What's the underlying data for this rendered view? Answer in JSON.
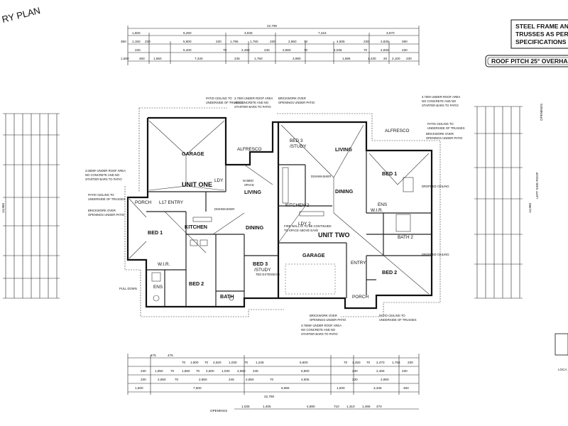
{
  "title_fragment": "RY PLAN",
  "spec_box": {
    "lines": [
      "STEEL FRAME AND",
      "TRUSSES AS PER",
      "SPECIFICATIONS"
    ]
  },
  "roof_pitch": "ROOF PITCH 25° OVERHAN",
  "units": {
    "one": "UNIT ONE",
    "two": "UNIT TWO"
  },
  "rooms": {
    "u1_garage": "GARAGE",
    "u1_alfresco": "ALFRESCO",
    "u1_porch": "PORCH",
    "u1_entry": "L17 ENTRY",
    "u1_living": "LIVING",
    "u1_kitchen": "KITCHEN",
    "u1_dining": "DINING",
    "u1_bed1": "BED 1",
    "u1_bed2": "BED 2",
    "u1_bed3": "BED 3",
    "u1_bed3_sub": "/STUDY",
    "u1_wir": "W.I.R.",
    "u1_ens": "ENS",
    "u1_bath": "BATH",
    "u1_ldy": "LDY",
    "u2_bed3": "BED 3",
    "u2_bed3_sub": "/STUDY",
    "u2_living": "LIVING",
    "u2_alfresco": "ALFRESCO",
    "u2_bed1": "BED 1",
    "u2_dining": "DINING",
    "u2_kitchen": "KITCHEN 2",
    "u2_ldy": "LDY 2",
    "u2_wir": "W.I.R.",
    "u2_bath": "BATH 2",
    "u2_garage": "GARAGE",
    "u2_entry": "ENTRY",
    "u2_bed2": "BED 2",
    "u2_porch": "PORCH",
    "u2_ens": "ENS"
  },
  "notes": {
    "under_roof_1": [
      "3.7000 UNDER ROOF AREA",
      "NO CONCRETE AND NO",
      "STARTER BARS TO PATIO"
    ],
    "under_roof_2": [
      "3.7000 UNDER ROOF AREA",
      "NO CONCRETE AND NO",
      "STARTER BARS TO PATIO"
    ],
    "under_roof_3": [
      "3.050M² UNDER ROOF AREA",
      "NO CONCRETE AND NO",
      "STARTER BARS TO PATIO"
    ],
    "under_roof_4": [
      "3.750M² UNDER ROOF AREA",
      "NO CONCRETE AND NO",
      "STARTER BARS TO PATIO"
    ],
    "patio_ceiling": [
      "PATIO CEILING TO",
      "UNDERSIDE OF TRUSSES"
    ],
    "brickwork": [
      "BRICKWORK OVER",
      "OPENINGS UNDER PATIO"
    ],
    "dropped_ceiling": "DROPPED CEILING",
    "pull_down": "PULL DOWN",
    "fire_wall": [
      "FIRE WALL IS TO BE CONTINUED",
      "TO SPACE ABOVE EAVE"
    ],
    "dishwasher": "DISHWASHER",
    "bed_ext": "TED EXTENSION",
    "room_space": [
      "NAMED",
      "SPACE"
    ]
  },
  "dims": {
    "top_overall": "22,790",
    "top_row1": [
      "1,500",
      "6,260",
      "3,945",
      "7,415",
      "3,670"
    ],
    "top_row2": [
      "350",
      "1,150",
      "230",
      "5,800",
      "230",
      "1,795",
      "1,760",
      "230",
      "2,850",
      "70",
      "4,605",
      "230",
      "2,830",
      "290"
    ],
    "top_row3": [
      "230",
      "6,400",
      "70",
      "2,490",
      "245",
      "2,860",
      "70",
      "4,035",
      "70",
      "2,830",
      "230"
    ],
    "top_row4": [
      "1,500",
      "450",
      "1,650",
      "7,340",
      "245",
      "1,750",
      "3,980",
      "1,585",
      "1,430",
      "20",
      "2,100",
      "230"
    ],
    "bottom_overall": "22,790",
    "bottom_row1": [
      "475",
      "475",
      "70",
      "1,800",
      "70",
      "2,620",
      "1,030",
      "70",
      "1,245",
      "5,800",
      "70",
      "1,250",
      "70",
      "2,470",
      "1,765",
      "230"
    ],
    "bottom_row2": [
      "230",
      "1,950",
      "70",
      "1,860",
      "70",
      "2,600",
      "1,030",
      "2,650",
      "245",
      "6,800",
      "230",
      "2,465",
      "230"
    ],
    "bottom_row3": [
      "230",
      "2,650",
      "70",
      "2,850",
      "245",
      "2,850",
      "70",
      "4,605",
      "230",
      "2,850"
    ],
    "bottom_row4": [
      "1,500",
      "7,500",
      "6,965",
      "1,830",
      "3,345",
      "450"
    ],
    "openings_label": "OPENINGS",
    "openings": [
      "1,035",
      "1,405",
      "4,880",
      "710",
      "1,310",
      "1,465",
      "470"
    ],
    "left_overall": "14,960",
    "right_overall": "14,960"
  },
  "margin_text": {
    "right_openings": "OPENINGS",
    "right_note": "LEFT SIDE ROOF",
    "bottom_right": "LOCA"
  }
}
